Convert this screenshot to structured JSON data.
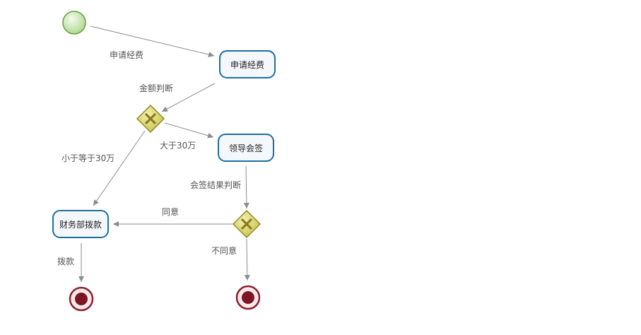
{
  "diagram": {
    "tasks": {
      "apply": "申请经费",
      "sign": "领导会签",
      "pay": "财务部拨款"
    },
    "flows": {
      "start_to_apply": "申请经费",
      "apply_to_gateway": "金额判断",
      "gateway_to_sign": "大于30万",
      "gateway_to_pay": "小于等于30万",
      "sign_to_gateway2": "会签结果判断",
      "gateway2_to_pay": "同意",
      "gateway2_to_end": "不同意",
      "pay_to_end": "拨款"
    },
    "colors": {
      "task_border": "#1f6f9f",
      "task_fill": "#f4f7fb",
      "start_fill": "#c6e6a4",
      "start_border": "#6c9a3e",
      "gateway_fill": "#d9d36a",
      "gateway_border": "#8f8a2a",
      "end_fill": "#7d1524",
      "end_border": "#8a2131",
      "connector": "#8c8c8c"
    }
  }
}
